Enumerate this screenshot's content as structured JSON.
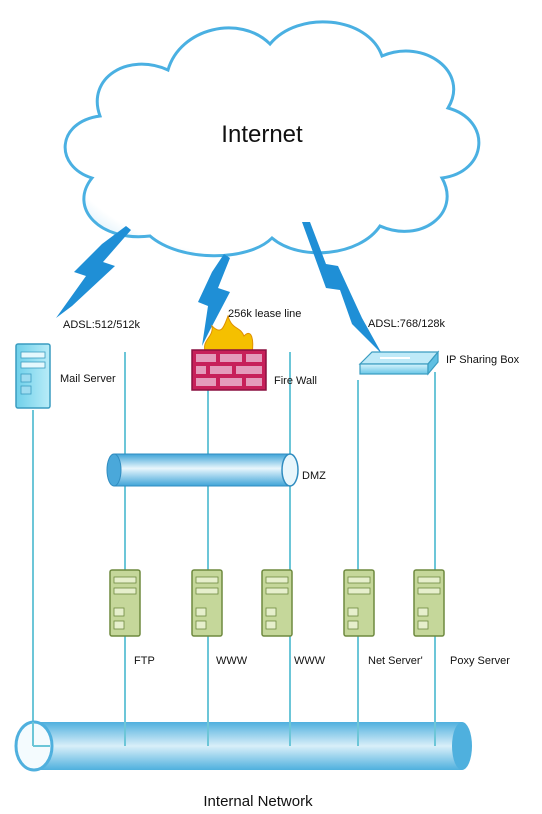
{
  "cloud": {
    "label": "Internet"
  },
  "links": {
    "mail": "ADSL:512/512k",
    "firewall": "256k lease line",
    "sharing": "ADSL:768/128k"
  },
  "devices": {
    "mail_server": "Mail Server",
    "fire_wall": "Fire Wall",
    "ip_sharing": "IP Sharing Box",
    "dmz": "DMZ"
  },
  "servers": [
    "FTP",
    "WWW",
    "WWW",
    "Net Server'",
    "Poxy Server"
  ],
  "internal": {
    "label": "Internal Network"
  },
  "colors": {
    "cloud_fill": "#ffffff",
    "cloud_edge": "#5ab4e3",
    "line": "#6cc6d8",
    "lightning": "#1f8fd6",
    "server_fill": "#c5d79a",
    "server_edge": "#6f8a3f",
    "firewall_fill": "#c7205a",
    "firewall_brick": "#e49bbb",
    "flame": "#f5c000",
    "pipe_dark": "#5ab4e0",
    "pipe_light": "#e3f3fb"
  }
}
